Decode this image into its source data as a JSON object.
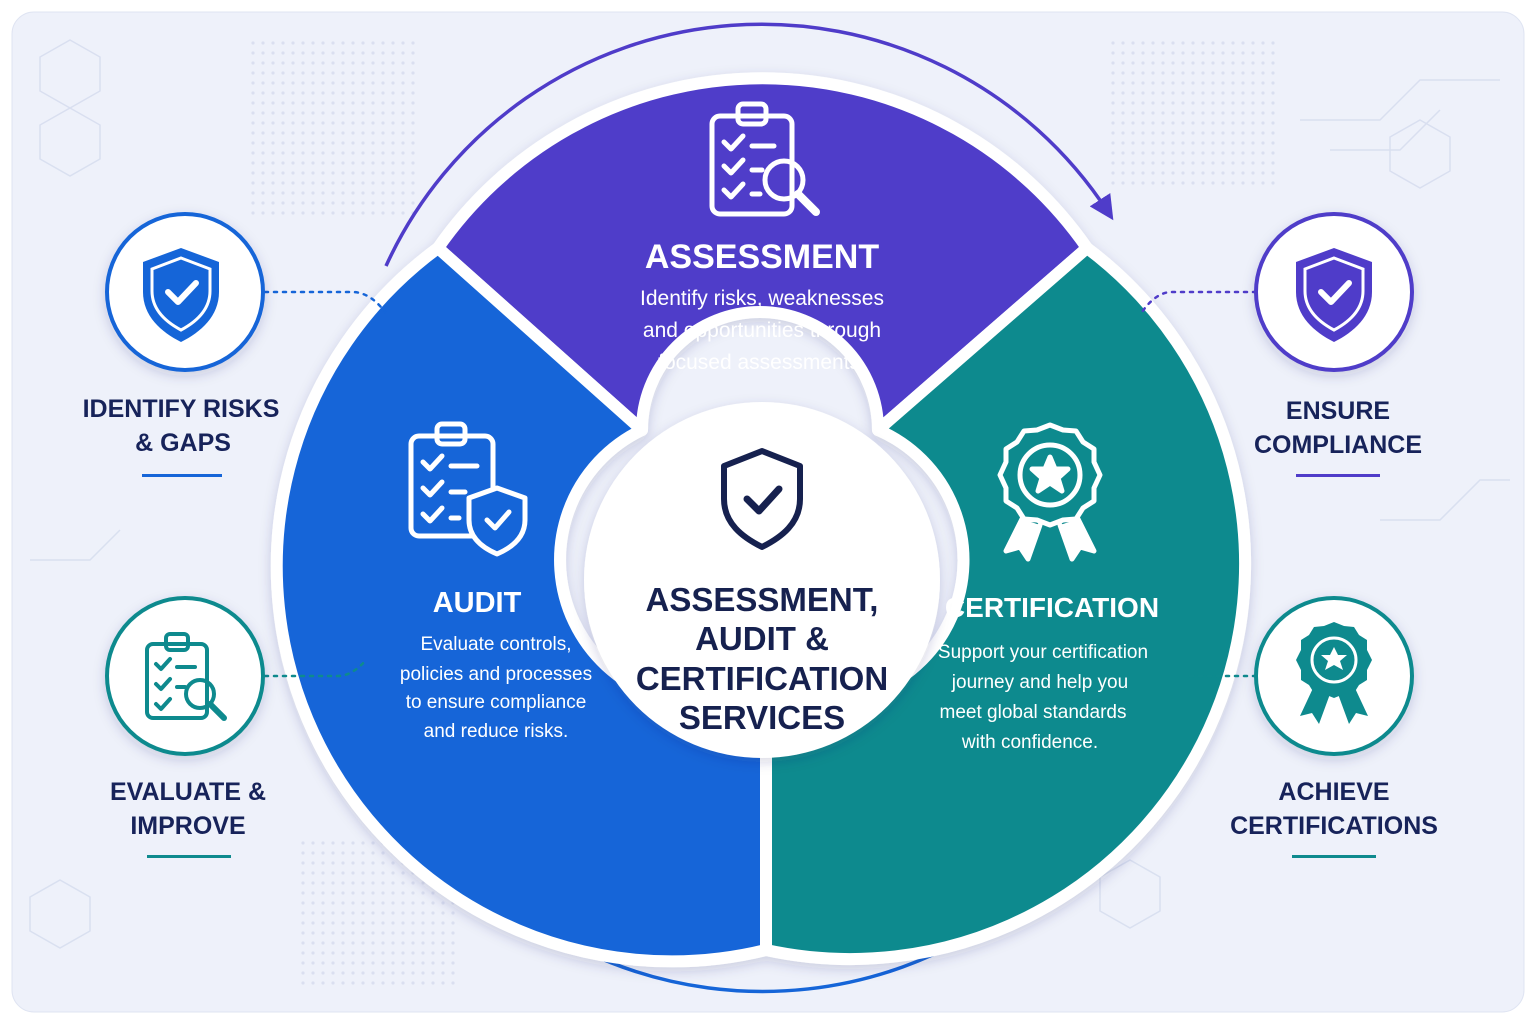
{
  "colors": {
    "purple": "#4f3cc9",
    "blue": "#1565d8",
    "teal": "#0e8a8e",
    "navy": "#16214f",
    "background": "#eef1fa"
  },
  "center": {
    "icon": "shield-check-icon",
    "title_lines": [
      "ASSESSMENT,",
      "AUDIT &",
      "CERTIFICATION",
      "SERVICES"
    ]
  },
  "segments": {
    "assessment": {
      "icon": "clipboard-magnifier-icon",
      "title": "ASSESSMENT",
      "body_lines": [
        "Identify risks, weaknesses",
        "and opportunities through",
        "focused assessments."
      ]
    },
    "audit": {
      "icon": "clipboard-shield-icon",
      "title": "AUDIT",
      "body_lines": [
        "Evaluate controls,",
        "policies and processes",
        "to ensure compliance",
        "and reduce risks."
      ]
    },
    "certification": {
      "icon": "award-ribbon-icon",
      "title": "CERTIFICATION",
      "body_lines": [
        "Support your certification",
        "journey and help you",
        "meet global standards",
        "with confidence."
      ]
    }
  },
  "callouts": {
    "identify": {
      "icon": "shield-check-icon",
      "label_lines": [
        "IDENTIFY RISKS",
        "& GAPS"
      ]
    },
    "evaluate": {
      "icon": "clipboard-magnifier-icon",
      "label_lines": [
        "EVALUATE &",
        "IMPROVE"
      ]
    },
    "ensure": {
      "icon": "shield-check-icon",
      "label_lines": [
        "ENSURE",
        "COMPLIANCE"
      ]
    },
    "achieve": {
      "icon": "award-ribbon-icon",
      "label_lines": [
        "ACHIEVE",
        "CERTIFICATIONS"
      ]
    }
  }
}
